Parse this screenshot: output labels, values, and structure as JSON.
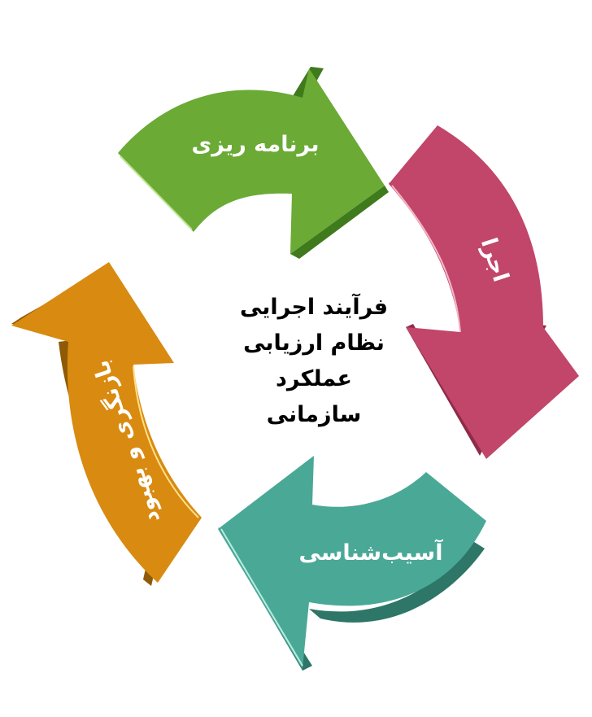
{
  "center": {
    "lines": [
      "فرآیند اجرایی",
      "نظام ارزیابی",
      "عملکرد",
      "سازمانی"
    ]
  },
  "stages": [
    {
      "label": "برنامه ریزی",
      "color": "#6aaa35",
      "side": "#3f7a1d",
      "highlight": "#b9e38e"
    },
    {
      "label": "اجرا",
      "color": "#c2456a",
      "side": "#8e2b49",
      "highlight": "#f3b6c8"
    },
    {
      "label": "آسیب‌شناسی",
      "color": "#4aa896",
      "side": "#2e7667",
      "highlight": "#b8ece0"
    },
    {
      "label": "بازنگری و بهبود",
      "color": "#d98a10",
      "side": "#8e5a05",
      "highlight": "#ffe08a"
    }
  ],
  "background": "#ffffff"
}
